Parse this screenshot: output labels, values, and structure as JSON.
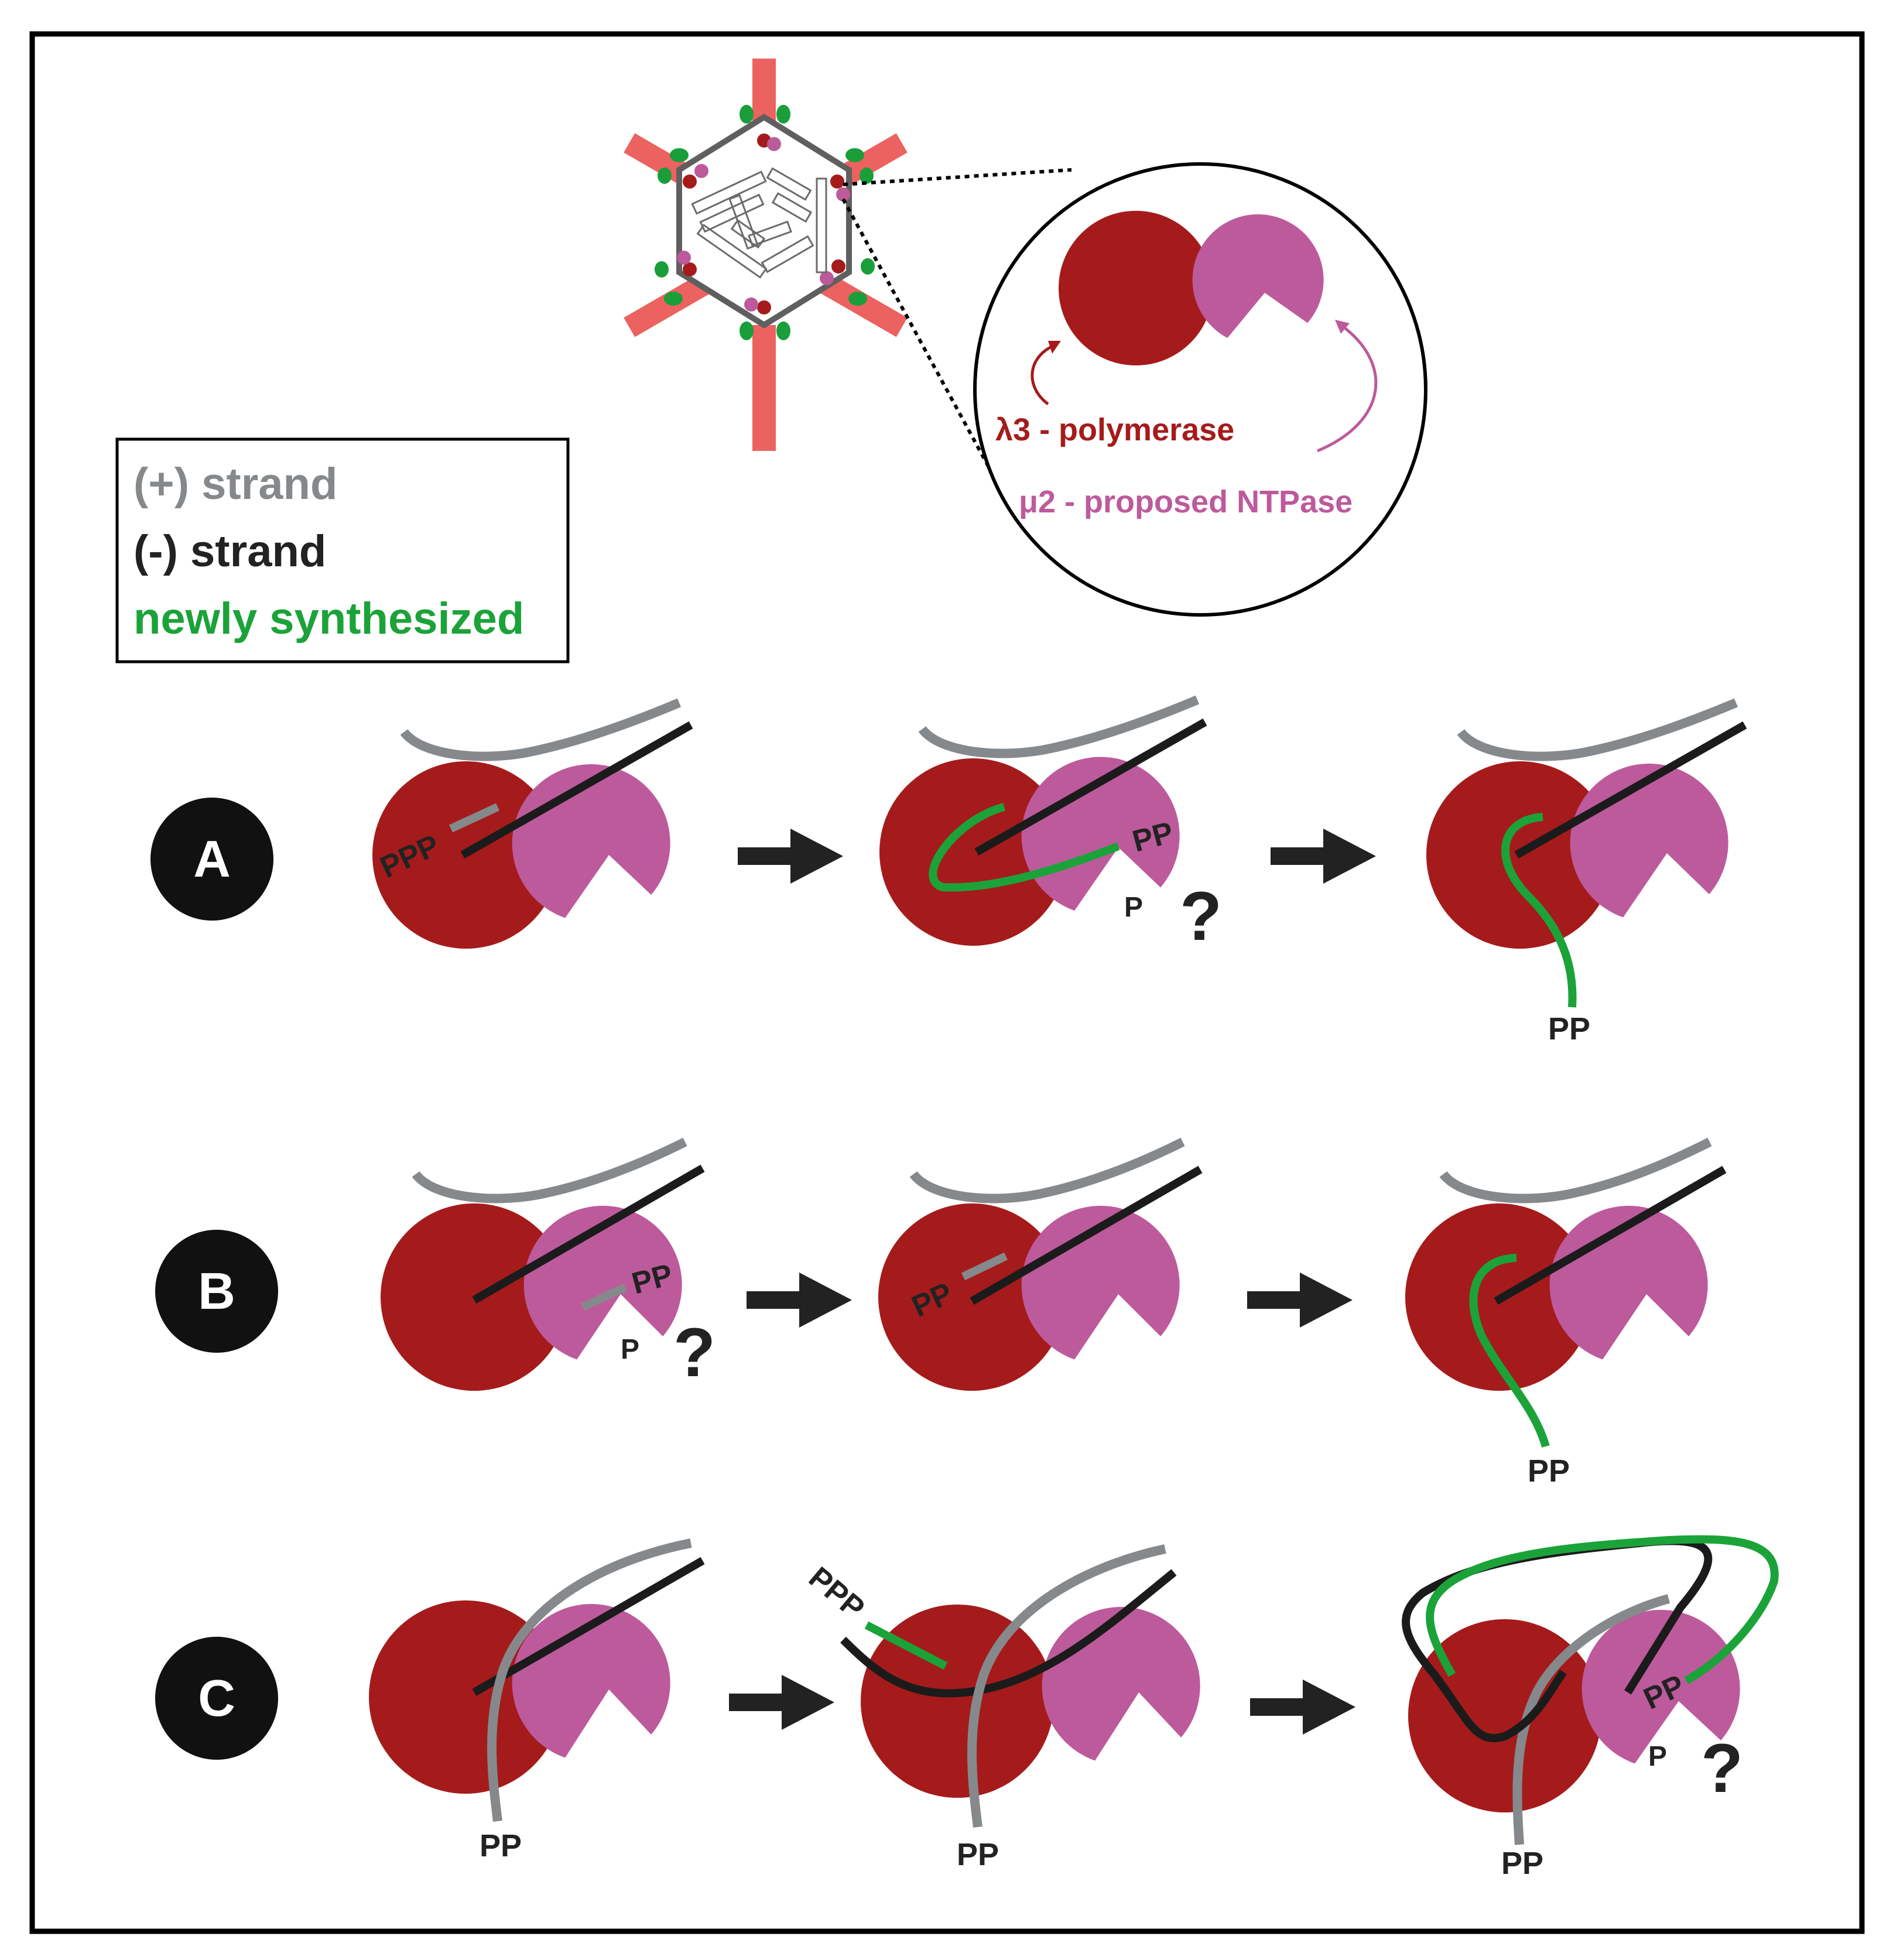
{
  "legend": {
    "plus_strand": "(+) strand",
    "minus_strand": "(-) strand",
    "new_strand": "newly synthesized"
  },
  "inset": {
    "polymerase_label": "λ3 - polymerase",
    "ntpase_label": "μ2 - proposed NTPase"
  },
  "rows": [
    {
      "letter": "A"
    },
    {
      "letter": "B"
    },
    {
      "letter": "C"
    }
  ],
  "labels": {
    "ppp": "PPP",
    "pp": "PP",
    "p": "P",
    "question": "?"
  },
  "colors": {
    "polymerase": "#a51b1b",
    "ntpase": "#bd5a9c",
    "plus_strand": "#86898c",
    "minus_strand": "#1b1b1b",
    "new_strand": "#1ba339",
    "spike": "#ec6260",
    "turret": "#1a9e3a",
    "legend_plus_text": "#86898c",
    "legend_minus_text": "#222222",
    "legend_new_text": "#1ba339"
  }
}
